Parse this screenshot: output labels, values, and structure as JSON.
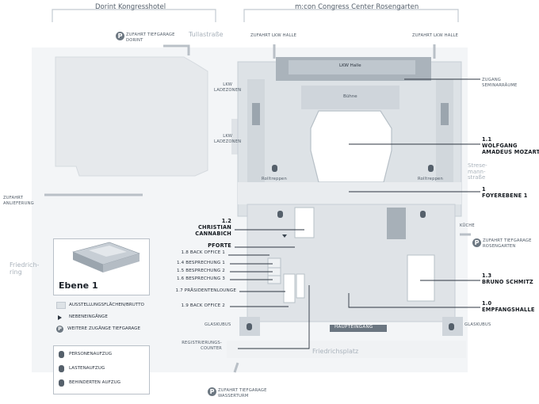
{
  "header": {
    "left_building": "Dorint Kongresshotel",
    "right_building": "m:con Congress Center Rosengarten"
  },
  "streets": {
    "tullastrasse": "Tullastraße",
    "stresemannstrasse": "Strese-\nmann-\nstraße",
    "friedrichsring": "Friedrich-\nring",
    "friedrichsplatz": "Friedrichsplatz"
  },
  "access": {
    "tiefgarage_dorint": "ZUFAHRT TIEFGARAGE\nDORINT",
    "lkw_halle_left": "ZUFAHRT LKW HALLE",
    "lkw_halle_right": "ZUFAHRT LKW HALLE",
    "anlieferung": "ZUFAHRT\nANLIEFERUNG",
    "tiefgarage_rosengarten": "ZUFAHRT TIEFGARAGE\nROSENGARTEN",
    "tiefgarage_wasserturm": "ZUFAHRT TIEFGARAGE\nWASSERTURM"
  },
  "building_labels": {
    "lkw_halle": "LKW Halle",
    "buehne": "Bühne",
    "lkw_ladezonen_1": "LKW\nLADEZONEN",
    "lkw_ladezonen_2": "LKW\nLADEZONEN",
    "rolltreppen_left": "Rolltreppen",
    "rolltreppen_right": "Rolltreppen",
    "kueche": "KÜCHE",
    "glaskubus_left": "GLASKUBUS",
    "glaskubus_right": "GLASKUBUS",
    "haupteingang": "HAUPTEINGANG",
    "zugang_seminarraeume": "ZUGANG\nSEMINARRÄUME",
    "registrierungscounter": "REGISTRIERUNGS-\nCOUNTER"
  },
  "rooms": {
    "mozart": {
      "number": "1.1",
      "name": "WOLFGANG\nAMADEUS MOZART"
    },
    "foyer": {
      "number": "1",
      "name": "FOYEREBENE 1"
    },
    "cannabich": {
      "number": "1.2",
      "name": "CHRISTIAN\nCANNABICH"
    },
    "pforte": "PFORTE",
    "back_office_1": "1.8 BACK OFFICE 1",
    "besprechung_1": "1.4 BESPRECHUNG 1",
    "besprechung_2": "1.5 BESPRECHUNG 2",
    "besprechung_3": "1.6 BESPRECHUNG 3",
    "praesidentenlounge": "1.7 PRÄSIDENTENLOUNGE",
    "back_office_2": "1.9 BACK OFFICE 2",
    "schmitz": {
      "number": "1.3",
      "name": "BRUNO SCHMITZ"
    },
    "empfangshalle": {
      "number": "1.0",
      "name": "EMPFANGSHALLE"
    }
  },
  "legend": {
    "level_title": "Ebene 1",
    "exhibition": "AUSSTELLUNGSFLÄCHEN/BRUTTO",
    "side_entrances": "NEBENEINGÄNGE",
    "further_access": "WEITERE ZUGÄNGE TIEFGARAGE",
    "passenger_lift": "PERSONENAUFZUG",
    "freight_lift": "LASTENAUFZUG",
    "accessible_lift": "BEHINDERTEN AUFZUG"
  },
  "colors": {
    "street_area": "#eef1f3",
    "building_light": "#dde2e6",
    "building_mid": "#c9d0d6",
    "building_dark": "#8a959f",
    "highlight_hall": "#ffffff",
    "accent_dark": "#4a5560"
  }
}
